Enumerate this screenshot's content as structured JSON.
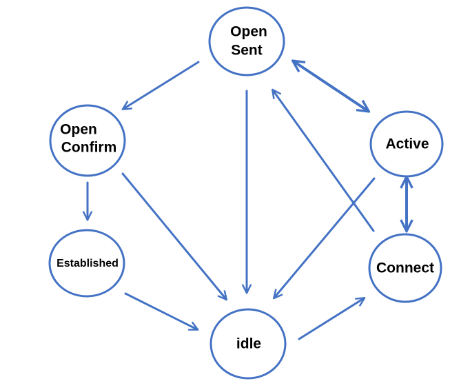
{
  "diagram": {
    "colors": {
      "stroke": "#4472c4",
      "node_fill": "#ffffff",
      "text": "#000000"
    },
    "nodes": {
      "open_sent": {
        "line1": "Open",
        "line2": "Sent"
      },
      "open_confirm": {
        "line1": "Open",
        "line2": "Confirm"
      },
      "active": {
        "label": "Active"
      },
      "established": {
        "label": "Established"
      },
      "connect": {
        "label": "Connect"
      },
      "idle": {
        "label": "idle"
      }
    }
  }
}
